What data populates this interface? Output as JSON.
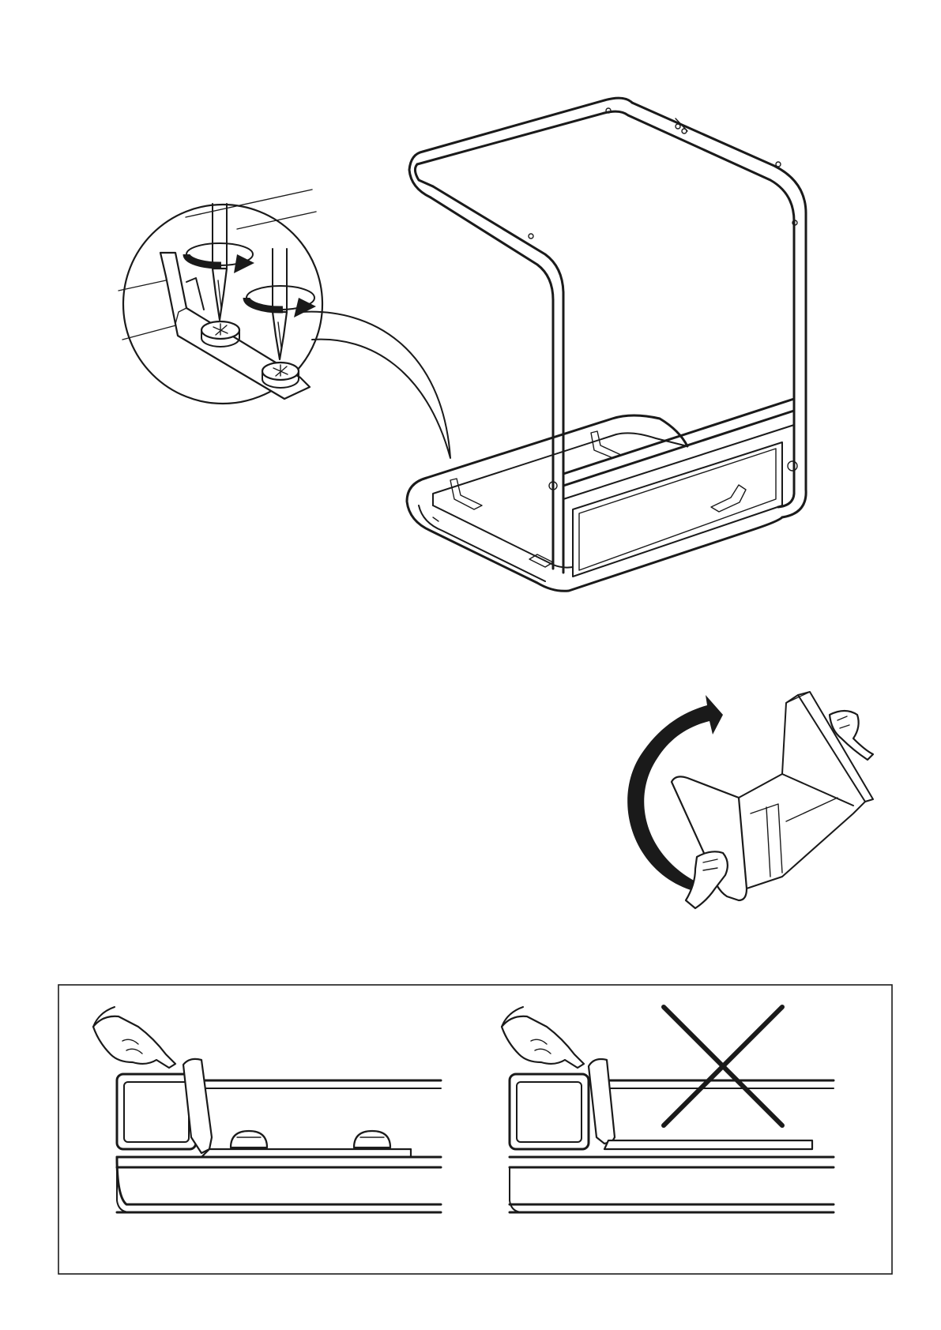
{
  "document": {
    "type": "assembly-instruction-page",
    "text_content": []
  },
  "steps": [
    {
      "id": "tighten-screws",
      "icons": [
        "screwdriver-icon",
        "rotate-arrow-icon"
      ]
    },
    {
      "id": "turn-frame-upright",
      "icons": [
        "curved-arrow-icon",
        "hand-icon"
      ]
    },
    {
      "id": "bracket-check",
      "icons": [
        "pointing-hand-icon",
        "cross-mark-icon"
      ]
    }
  ],
  "colors": {
    "line": "#1a1a1a",
    "paper": "#ffffff"
  }
}
